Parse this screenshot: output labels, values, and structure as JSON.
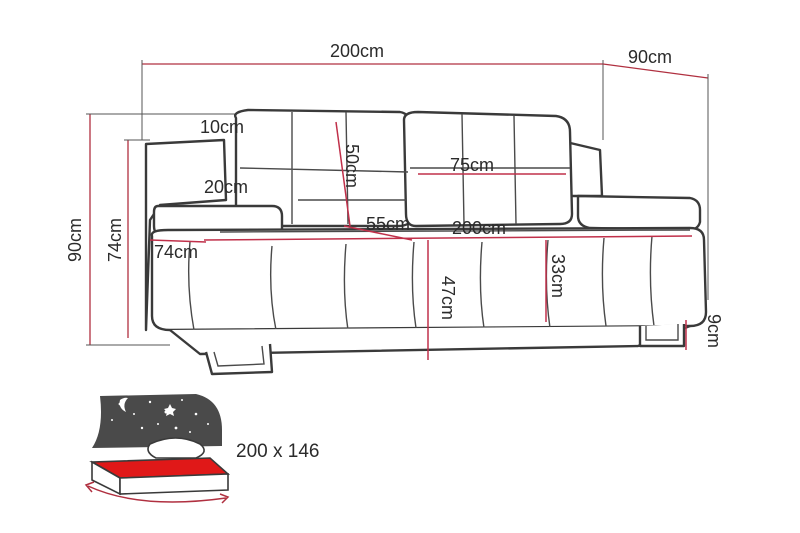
{
  "dimensions": {
    "total_width": "200cm",
    "depth": "90cm",
    "total_height": "90cm",
    "armrest_height": "74cm",
    "backrest_thickness": "10cm",
    "armrest_width": "20cm",
    "backrest_height": "50cm",
    "cushion_width": "75cm",
    "seat_depth": "55cm",
    "seat_width": "200cm",
    "side_depth": "74cm",
    "seat_height": "47cm",
    "seat_thickness": "33cm",
    "leg_height": "9cm"
  },
  "bed": {
    "size": "200 x 146"
  },
  "colors": {
    "outline": "#3a3a3a",
    "dimension_line": "#b03040",
    "bed_mattress": "#e01818",
    "stars_panel": "#4a4a4a"
  }
}
